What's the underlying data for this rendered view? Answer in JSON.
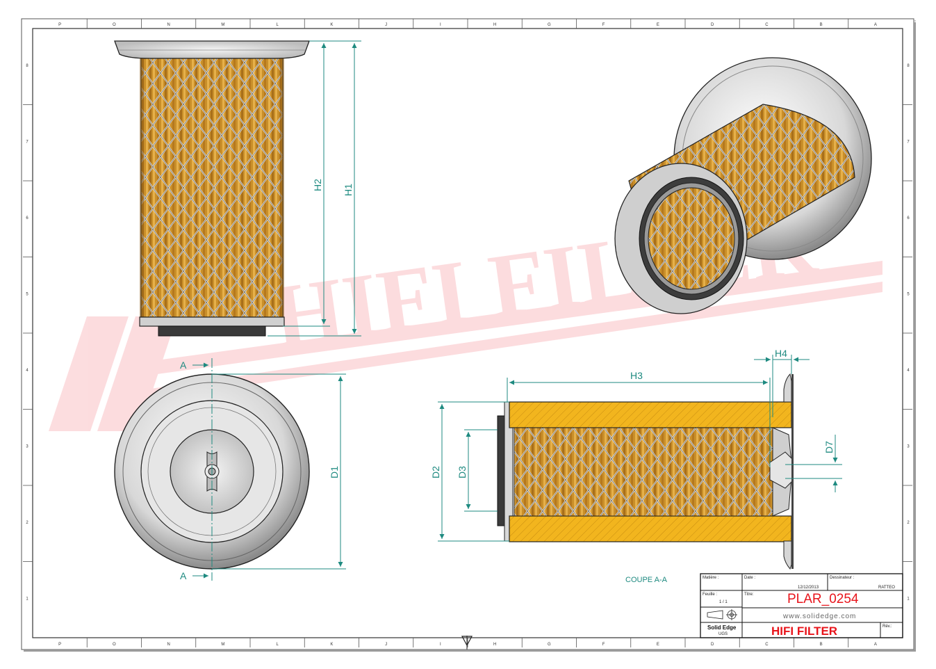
{
  "frame": {
    "top_letters": [
      "P",
      "O",
      "N",
      "M",
      "L",
      "K",
      "J",
      "I",
      "H",
      "G",
      "F",
      "E",
      "D",
      "C",
      "B",
      "A"
    ],
    "bottom_letters": [
      "P",
      "O",
      "N",
      "M",
      "L",
      "K",
      "J",
      "I",
      "H",
      "G",
      "F",
      "E",
      "D",
      "C",
      "B",
      "A"
    ],
    "side_numbers": [
      "8",
      "7",
      "6",
      "5",
      "4",
      "3",
      "2",
      "1"
    ]
  },
  "dimensions": {
    "h1": "H1",
    "h2": "H2",
    "h3": "H3",
    "h4": "H4",
    "d1": "D1",
    "d2": "D2",
    "d3": "D3",
    "d7": "D7",
    "section_marker_top": "A",
    "section_marker_bottom": "A"
  },
  "section_label": "COUPE A-A",
  "watermark": "HIFI FILTER",
  "title_block": {
    "matiere_label": "Matière :",
    "date_label": "Date :",
    "date_value": "12/12/2013",
    "dessinateur_label": "Dessinateur :",
    "dessinateur_value": "RATTEO",
    "feuille_label": "Feuille :",
    "feuille_value": "1 / 1",
    "titre_label": "Titre:",
    "titre_value": "PLAR_0254",
    "website": "www.solidedge.com",
    "software": "Solid Edge",
    "software_sub": "UGS",
    "company": "HIFI FILTER",
    "rev_label": "Rév.:"
  },
  "colors": {
    "dimension": "#1e8a80",
    "filter_media": "#d4a23a",
    "section_fill": "#f2b51e",
    "title_red": "#e8141b",
    "watermark": "#ef2b3a"
  }
}
